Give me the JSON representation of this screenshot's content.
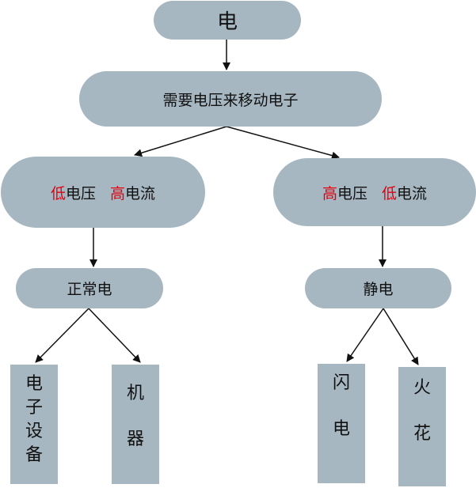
{
  "root": {
    "label": "电"
  },
  "level1": {
    "label": "需要电压来移动电子"
  },
  "left": {
    "part1_red": "低",
    "part1_rest": "电压",
    "part2_red": "高",
    "part2_rest": "电流",
    "child": "正常电",
    "leaf1_chars": [
      "电",
      "子",
      "设",
      "备"
    ],
    "leaf2_chars": [
      "机",
      "器"
    ]
  },
  "right": {
    "part1_red": "高",
    "part1_rest": "电压",
    "part2_red": "低",
    "part2_rest": "电流",
    "child": "静电",
    "leaf1_chars": [
      "闪",
      "电"
    ],
    "leaf2_chars": [
      "火",
      "花"
    ]
  },
  "colors": {
    "node_fill": "#a6b7c1",
    "highlight_text": "#e3000f",
    "arrow": "#111111"
  }
}
